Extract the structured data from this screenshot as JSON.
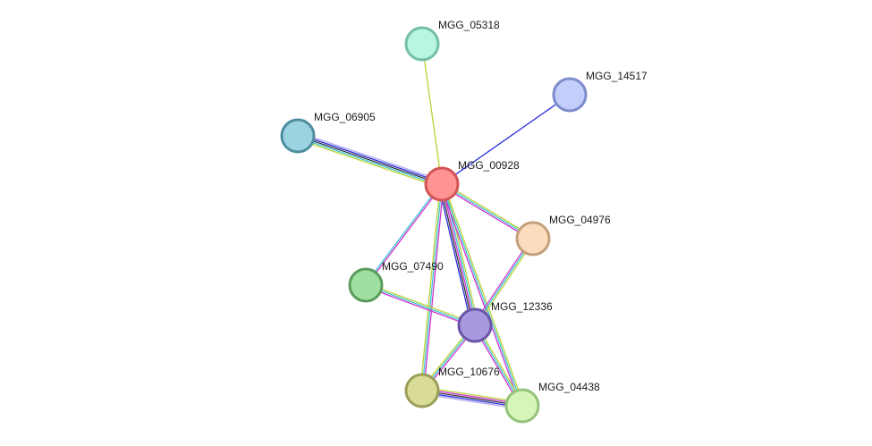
{
  "network": {
    "nodes": [
      {
        "id": "MGG_05318",
        "label": "MGG_05318",
        "fill": "#b9f5e3",
        "stroke": "#72bfa5"
      },
      {
        "id": "MGG_14517",
        "label": "MGG_14517",
        "fill": "#c3cffa",
        "stroke": "#7d8ccc"
      },
      {
        "id": "MGG_06905",
        "label": "MGG_06905",
        "fill": "#9bd3e1",
        "stroke": "#4e8ea0"
      },
      {
        "id": "MGG_00928",
        "label": "MGG_00928",
        "fill": "#ff9393",
        "stroke": "#d35454"
      },
      {
        "id": "MGG_04976",
        "label": "MGG_04976",
        "fill": "#fbdcbc",
        "stroke": "#c4a07c"
      },
      {
        "id": "MGG_07490",
        "label": "MGG_07490",
        "fill": "#9fe0a0",
        "stroke": "#5a9c5c"
      },
      {
        "id": "MGG_12336",
        "label": "MGG_12336",
        "fill": "#a898de",
        "stroke": "#6a56a8"
      },
      {
        "id": "MGG_10676",
        "label": "MGG_10676",
        "fill": "#d8dc96",
        "stroke": "#9a9e58"
      },
      {
        "id": "MGG_04438",
        "label": "MGG_04438",
        "fill": "#d6f5b8",
        "stroke": "#94c27a"
      }
    ],
    "edges": [
      {
        "source": "MGG_00928",
        "target": "MGG_05318",
        "colors": [
          "#b8d432"
        ]
      },
      {
        "source": "MGG_00928",
        "target": "MGG_14517",
        "colors": [
          "#2a2ee0"
        ]
      },
      {
        "source": "MGG_00928",
        "target": "MGG_06905",
        "colors": [
          "#b8d432",
          "#3cc4d6",
          "#3a3a3a",
          "#2a2ee0",
          "#b0a8ee"
        ]
      },
      {
        "source": "MGG_00928",
        "target": "MGG_04976",
        "colors": [
          "#b8d432",
          "#3cc4d6",
          "#cc33cc"
        ]
      },
      {
        "source": "MGG_00928",
        "target": "MGG_07490",
        "colors": [
          "#cc33cc",
          "#3cc4d6"
        ]
      },
      {
        "source": "MGG_00928",
        "target": "MGG_12336",
        "colors": [
          "#b8d432",
          "#3cc4d6",
          "#cc33cc",
          "#3a3a3a",
          "#2a2ee0"
        ]
      },
      {
        "source": "MGG_00928",
        "target": "MGG_10676",
        "colors": [
          "#cc33cc",
          "#3cc4d6",
          "#b8d432"
        ]
      },
      {
        "source": "MGG_00928",
        "target": "MGG_04438",
        "colors": [
          "#b8d432",
          "#3cc4d6",
          "#cc33cc"
        ]
      },
      {
        "source": "MGG_07490",
        "target": "MGG_12336",
        "colors": [
          "#b8d432",
          "#3cc4d6",
          "#cc33cc"
        ]
      },
      {
        "source": "MGG_04976",
        "target": "MGG_12336",
        "colors": [
          "#b8d432",
          "#3cc4d6",
          "#cc33cc"
        ]
      },
      {
        "source": "MGG_12336",
        "target": "MGG_10676",
        "colors": [
          "#cc33cc",
          "#3cc4d6",
          "#b8d432"
        ]
      },
      {
        "source": "MGG_12336",
        "target": "MGG_04438",
        "colors": [
          "#b8d432",
          "#3cc4d6",
          "#cc33cc"
        ]
      },
      {
        "source": "MGG_10676",
        "target": "MGG_04438",
        "colors": [
          "#b8d432",
          "#cc33cc",
          "#3a3a3a",
          "#2a2ee0",
          "#b0a8ee"
        ]
      }
    ]
  }
}
